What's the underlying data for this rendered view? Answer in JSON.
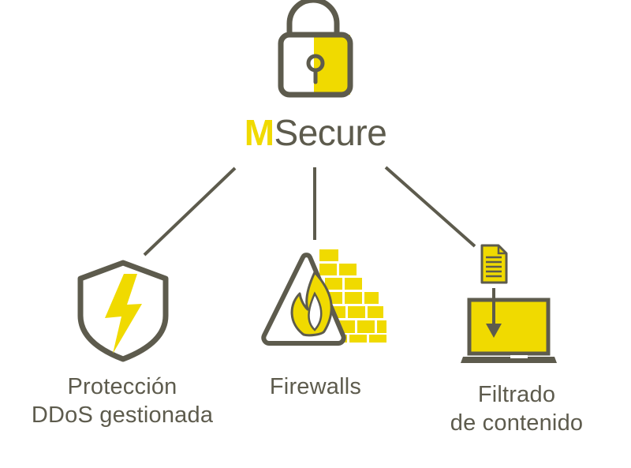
{
  "brand": {
    "m": "M",
    "rest": "Secure"
  },
  "items": [
    {
      "line1": "Protección",
      "line2": "DDoS gestionada",
      "icon": "shield-lightning-icon"
    },
    {
      "line1": "Firewalls",
      "icon": "firewall-bricks-flame-icon"
    },
    {
      "line1": "Filtrado",
      "line2": "de contenido",
      "icon": "document-laptop-icon"
    }
  ],
  "colors": {
    "accent": "#f0da00",
    "stroke": "#5d5b4d"
  },
  "top_icon": "padlock-icon"
}
